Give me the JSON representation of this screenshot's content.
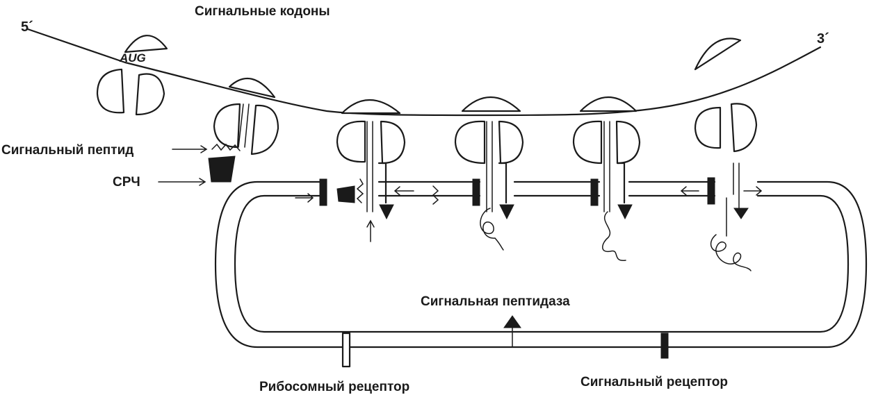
{
  "labels": {
    "signal_codons": "Сигнальные кодоны",
    "five_prime": "5´",
    "three_prime": "3´",
    "aug": "AUG",
    "signal_peptide": "Сигнальный пептид",
    "srp": "СРЧ",
    "signal_peptidase": "Сигнальная пептидаза",
    "ribosome_receptor": "Рибосомный рецептор",
    "signal_receptor": "Сигнальный рецептор"
  }
}
